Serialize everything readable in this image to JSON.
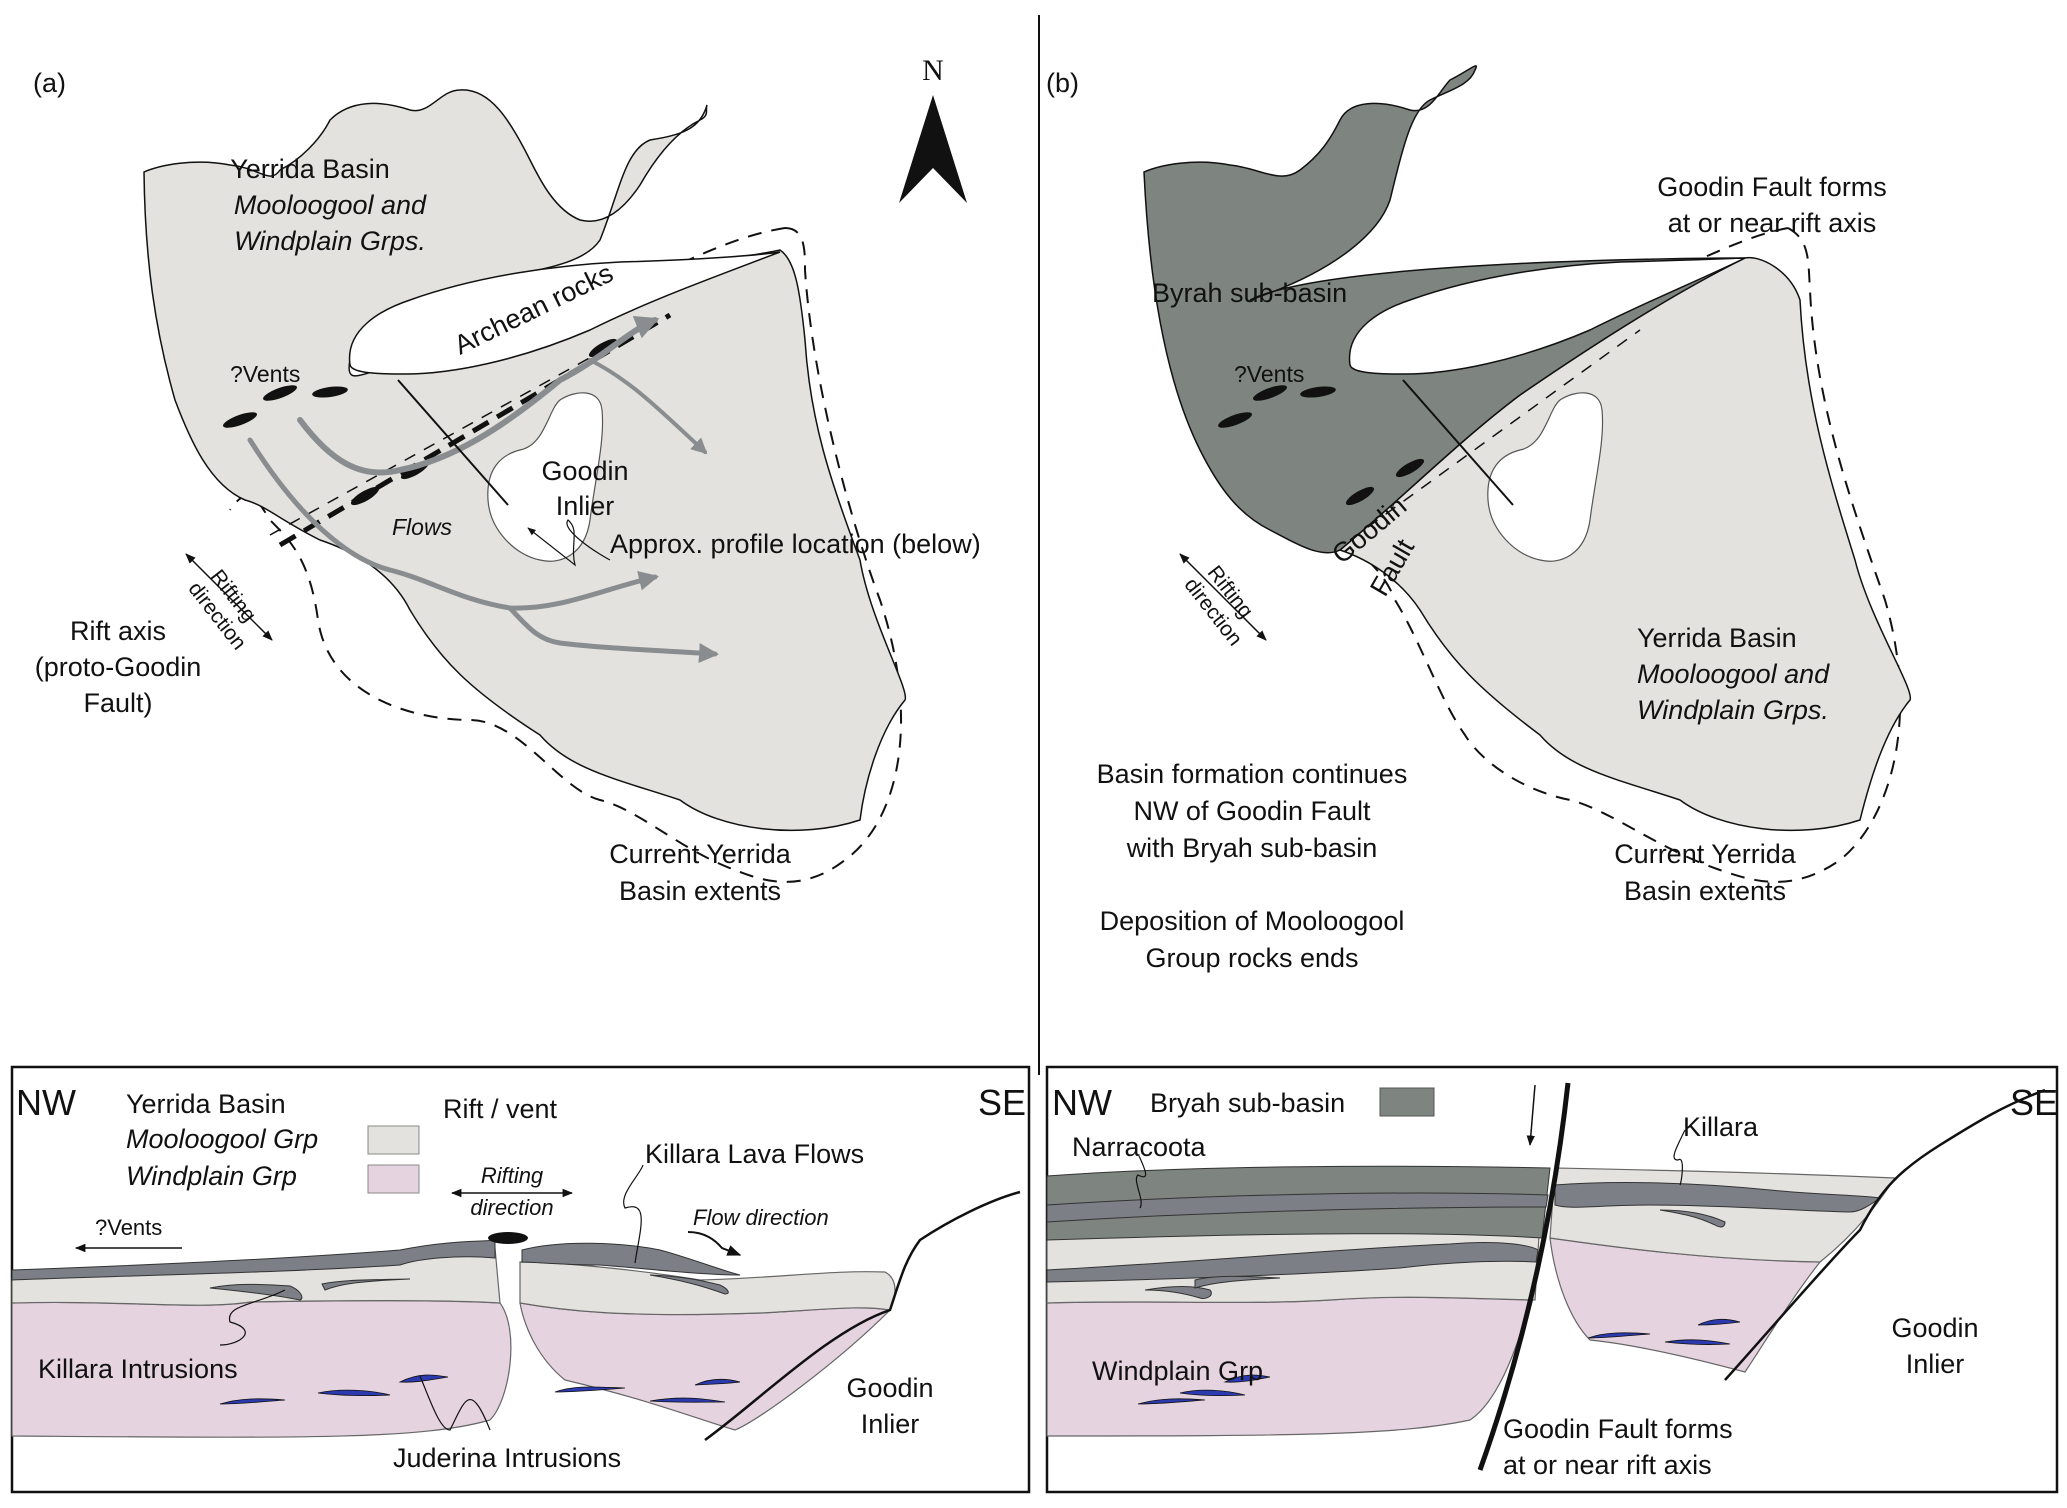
{
  "figure": {
    "colors": {
      "yerrida_fill": "#e3e2df",
      "bryah_fill": "#7e847f",
      "windplain_fill": "#e5d3e0",
      "killara_fill": "#7c7f86",
      "juderina_fill": "#2c3ab0",
      "flow_arrow": "#8a8d8f",
      "line": "#111111"
    },
    "panel_a": {
      "label": "(a)",
      "north": "N",
      "yerrida_title": "Yerrida Basin",
      "yerrida_groups_1": "Mooloogool and",
      "yerrida_groups_2": "Windplain Grps.",
      "archean": "Archean rocks",
      "vents": "?Vents",
      "goodin_1": "Goodin",
      "goodin_2": "Inlier",
      "flows": "Flows",
      "profile": "Approx. profile location (below)",
      "rifting_1": "Rifting",
      "rifting_2": "direction",
      "rift_axis_1": "Rift axis",
      "rift_axis_2": "(proto-Goodin",
      "rift_axis_3": "Fault)",
      "current_1": "Current Yerrida",
      "current_2": "Basin extents"
    },
    "panel_b": {
      "label": "(b)",
      "bryah": "Byrah sub-basin",
      "vents": "?Vents",
      "fault_forms_1": "Goodin Fault forms",
      "fault_forms_2": "at or near rift axis",
      "goodin_fault_1": "Goodin",
      "goodin_fault_2": "Fault",
      "rifting_1": "Rifting",
      "rifting_2": "direction",
      "yerrida_title": "Yerrida Basin",
      "yerrida_groups_1": "Mooloogool and",
      "yerrida_groups_2": "Windplain Grps.",
      "basin_formation_1": "Basin formation continues",
      "basin_formation_2": "NW of Goodin Fault",
      "basin_formation_3": "with Bryah sub-basin",
      "deposition_1": "Deposition of Mooloogool",
      "deposition_2": "Group rocks ends",
      "current_1": "Current Yerrida",
      "current_2": "Basin extents"
    },
    "section_a": {
      "nw": "NW",
      "se": "SE",
      "legend_title": "Yerrida Basin",
      "legend_mooloogool": "Mooloogool Grp",
      "legend_windplain": "Windplain Grp",
      "rift_vent": "Rift / vent",
      "rifting_1": "Rifting",
      "rifting_2": "direction",
      "killara_lava": "Killara Lava Flows",
      "flow_direction": "Flow direction",
      "vents": "?Vents",
      "killara_intrusions": "Killara Intrusions",
      "juderina": "Juderina Intrusions",
      "goodin_1": "Goodin",
      "goodin_2": "Inlier"
    },
    "section_b": {
      "nw": "NW",
      "se": "SE",
      "legend_bryah": "Bryah sub-basin",
      "narracoota": "Narracoota",
      "killara": "Killara",
      "windplain": "Windplain Grp",
      "goodin_1": "Goodin",
      "goodin_2": "Inlier",
      "fault_forms_1": "Goodin Fault forms",
      "fault_forms_2": "at or near rift axis"
    }
  }
}
